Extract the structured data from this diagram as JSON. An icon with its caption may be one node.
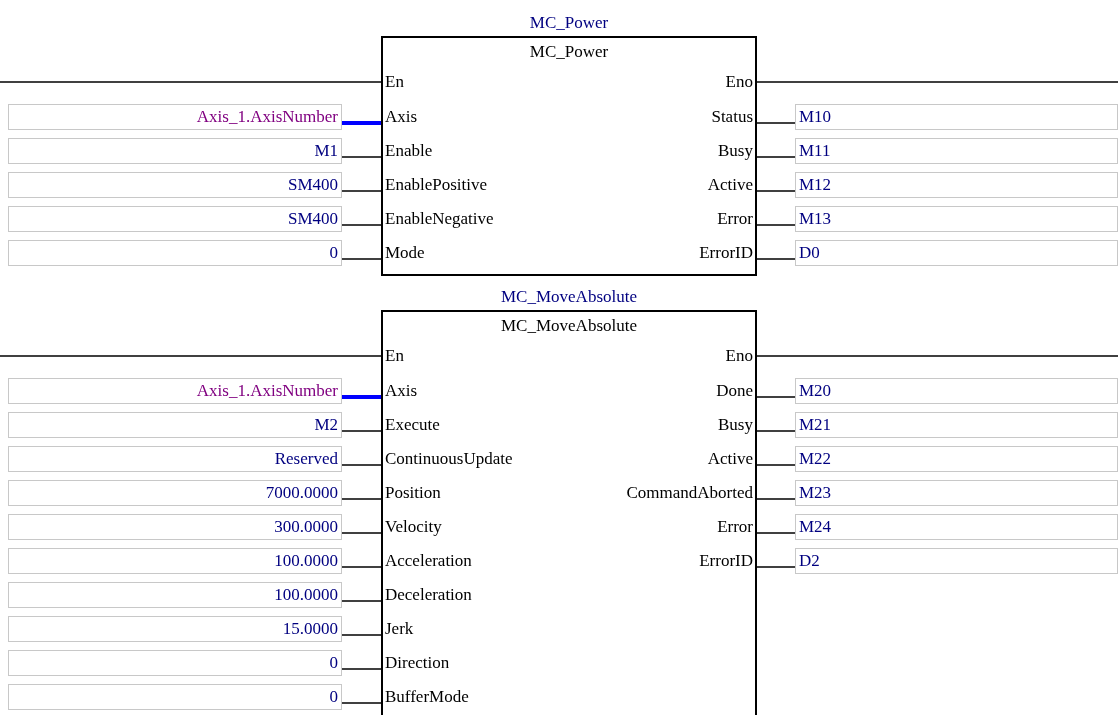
{
  "diagram": {
    "nodes": [
      {
        "text": [
          "MC_Power",
          "MC_Power"
        ]
      },
      {
        "text": [
          "En"
        ],
        "in": 0
      },
      {
        "text": [
          "Eno"
        ],
        "in": 0
      },
      {
        "text": [
          "Axis_1.AxisNumber"
        ]
      },
      {
        "text": [
          "Axis"
        ],
        "in": 0
      },
      {
        "text": [
          "Status"
        ],
        "in": 0
      },
      {
        "text": [
          "M10"
        ]
      },
      {
        "text": [
          "M1"
        ]
      },
      {
        "text": [
          "Enable"
        ],
        "in": 0
      },
      {
        "text": [
          "Busy"
        ],
        "in": 0
      },
      {
        "text": [
          "M11"
        ]
      },
      {
        "text": [
          "SM400"
        ]
      },
      {
        "text": [
          "EnablePositive"
        ],
        "in": 0
      },
      {
        "text": [
          "Active"
        ],
        "in": 0
      },
      {
        "text": [
          "M12"
        ]
      },
      {
        "text": [
          "SM400"
        ]
      },
      {
        "text": [
          "EnableNegative"
        ],
        "in": 0
      },
      {
        "text": [
          "Error"
        ],
        "in": 0
      },
      {
        "text": [
          "M13"
        ]
      },
      {
        "text": [
          "0"
        ]
      },
      {
        "text": [
          "Mode"
        ],
        "in": 0
      },
      {
        "text": [
          "ErrorID"
        ],
        "in": 0
      },
      {
        "text": [
          "D0"
        ]
      },
      {
        "text": [
          "MC_MoveAbsolute",
          "MC_MoveAbsolute"
        ]
      },
      {
        "text": [
          "En"
        ],
        "in": 23
      },
      {
        "text": [
          "Eno"
        ],
        "in": 23
      },
      {
        "text": [
          "Axis_1.AxisNumber"
        ]
      },
      {
        "text": [
          "Axis"
        ],
        "in": 23
      },
      {
        "text": [
          "Done"
        ],
        "in": 23
      },
      {
        "text": [
          "M20"
        ]
      },
      {
        "text": [
          "M2"
        ]
      },
      {
        "text": [
          "Execute"
        ],
        "in": 23
      },
      {
        "text": [
          "Busy"
        ],
        "in": 23
      },
      {
        "text": [
          "M21"
        ]
      },
      {
        "text": [
          "Reserved"
        ]
      },
      {
        "text": [
          "ContinuousUpdate"
        ],
        "in": 23
      },
      {
        "text": [
          "Active"
        ],
        "in": 23
      },
      {
        "text": [
          "M22"
        ]
      },
      {
        "text": [
          "7000.0000"
        ]
      },
      {
        "text": [
          "Position"
        ],
        "in": 23
      },
      {
        "text": [
          "CommandAborted"
        ],
        "in": 23
      },
      {
        "text": [
          "M23"
        ]
      },
      {
        "text": [
          "300.0000"
        ]
      },
      {
        "text": [
          "Velocity"
        ],
        "in": 23
      },
      {
        "text": [
          "Error"
        ],
        "in": 23
      },
      {
        "text": [
          "M24"
        ]
      },
      {
        "text": [
          "100.0000"
        ]
      },
      {
        "text": [
          "Acceleration"
        ],
        "in": 23
      },
      {
        "text": [
          "ErrorID"
        ],
        "in": 23
      },
      {
        "text": [
          "D2"
        ]
      },
      {
        "text": [
          "100.0000"
        ]
      },
      {
        "text": [
          "Deceleration"
        ],
        "in": 23
      },
      {
        "text": [
          "15.0000"
        ]
      },
      {
        "text": [
          "Jerk"
        ],
        "in": 23
      },
      {
        "text": [
          "0"
        ]
      },
      {
        "text": [
          "Direction"
        ],
        "in": 23
      },
      {
        "text": [
          "0"
        ]
      },
      {
        "text": [
          "BufferMode"
        ],
        "in": 23
      }
    ],
    "edges": [
      {
        "from": null,
        "to": 1,
        "arrow": "none"
      },
      {
        "from": 2,
        "to": null,
        "arrow": "none"
      },
      {
        "from": 3,
        "to": 4,
        "arrow": "none",
        "style": "thick",
        "color": "#0000ff"
      },
      {
        "from": 5,
        "to": 6,
        "arrow": "none"
      },
      {
        "from": 7,
        "to": 8,
        "arrow": "none"
      },
      {
        "from": 9,
        "to": 10,
        "arrow": "none"
      },
      {
        "from": 11,
        "to": 12,
        "arrow": "none"
      },
      {
        "from": 13,
        "to": 14,
        "arrow": "none"
      },
      {
        "from": 15,
        "to": 16,
        "arrow": "none"
      },
      {
        "from": 17,
        "to": 18,
        "arrow": "none"
      },
      {
        "from": 19,
        "to": 20,
        "arrow": "none"
      },
      {
        "from": 21,
        "to": 22,
        "arrow": "none"
      },
      {
        "from": null,
        "to": 24,
        "arrow": "none"
      },
      {
        "from": 25,
        "to": null,
        "arrow": "none"
      },
      {
        "from": 26,
        "to": 27,
        "arrow": "none",
        "style": "thick",
        "color": "#0000ff"
      },
      {
        "from": 28,
        "to": 29,
        "arrow": "none"
      },
      {
        "from": 30,
        "to": 31,
        "arrow": "none"
      },
      {
        "from": 32,
        "to": 33,
        "arrow": "none"
      },
      {
        "from": 34,
        "to": 35,
        "arrow": "none"
      },
      {
        "from": 36,
        "to": 37,
        "arrow": "none"
      },
      {
        "from": 38,
        "to": 39,
        "arrow": "none"
      },
      {
        "from": 40,
        "to": 41,
        "arrow": "none"
      },
      {
        "from": 42,
        "to": 43,
        "arrow": "none"
      },
      {
        "from": 44,
        "to": 45,
        "arrow": "none"
      },
      {
        "from": 46,
        "to": 47,
        "arrow": "none"
      },
      {
        "from": 48,
        "to": 49,
        "arrow": "none"
      },
      {
        "from": 50,
        "to": 51,
        "arrow": "none"
      },
      {
        "from": 52,
        "to": 53,
        "arrow": "none"
      },
      {
        "from": 54,
        "to": 55,
        "arrow": "none"
      },
      {
        "from": 56,
        "to": 57,
        "arrow": "none"
      }
    ]
  }
}
